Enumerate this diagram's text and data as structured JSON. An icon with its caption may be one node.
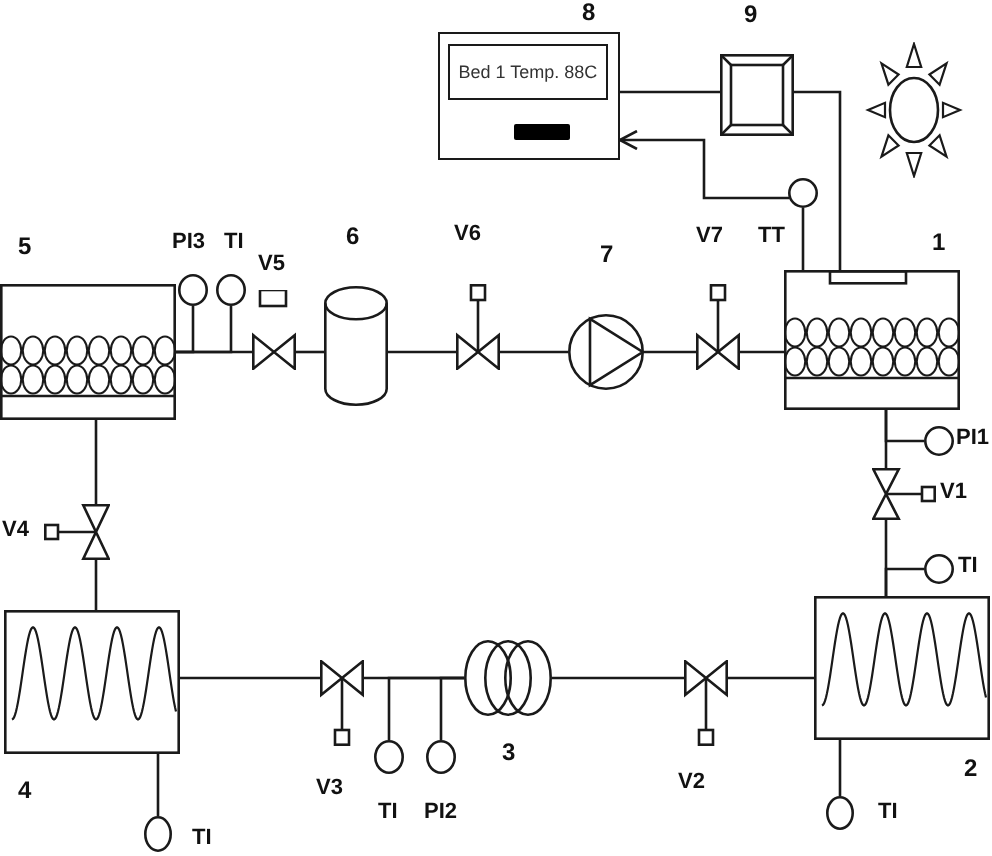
{
  "diagram": {
    "nodes": [
      {
        "text": [
          "Bed 1 Temp. 88C"
        ],
        "beside": [
          "8"
        ]
      },
      {
        "text": [],
        "shape": "box",
        "beside": [
          "9"
        ]
      },
      {
        "text": [],
        "shape": "circle",
        "beside": [
          "TT"
        ]
      },
      {
        "text": [],
        "shape": "box",
        "beside": [
          "5"
        ]
      },
      {
        "text": [],
        "shape": "circle",
        "beside": [
          "PI3"
        ]
      },
      {
        "text": [],
        "shape": "circle",
        "beside": [
          "TI"
        ]
      },
      {
        "text": [],
        "shape": "valve",
        "beside": [
          "V5"
        ]
      },
      {
        "text": [],
        "shape": "cylinder",
        "beside": [
          "6"
        ]
      },
      {
        "text": [],
        "shape": "valve",
        "beside": [
          "V6"
        ]
      },
      {
        "text": [],
        "shape": "circle",
        "beside": [
          "7"
        ]
      },
      {
        "text": [],
        "shape": "valve",
        "beside": [
          "V7"
        ]
      },
      {
        "text": [],
        "shape": "box",
        "beside": [
          "1"
        ]
      },
      {
        "text": [],
        "shape": "circle",
        "beside": [
          "PI1"
        ]
      },
      {
        "text": [],
        "shape": "valve",
        "beside": [
          "V1"
        ]
      },
      {
        "text": [],
        "shape": "circle",
        "beside": [
          "TI"
        ]
      },
      {
        "text": [],
        "shape": "valve",
        "beside": [
          "V4"
        ]
      },
      {
        "text": [],
        "shape": "box",
        "beside": [
          "4"
        ]
      },
      {
        "text": [],
        "shape": "valve",
        "beside": [
          "V3"
        ]
      },
      {
        "text": [],
        "shape": "circle",
        "beside": [
          "TI"
        ]
      },
      {
        "text": [],
        "shape": "circle",
        "beside": [
          "PI2"
        ]
      },
      {
        "text": [],
        "shape": "coil",
        "beside": [
          "3"
        ]
      },
      {
        "text": [],
        "shape": "valve",
        "beside": [
          "V2"
        ]
      },
      {
        "text": [],
        "shape": "box",
        "beside": [
          "2"
        ]
      },
      {
        "text": [],
        "shape": "circle",
        "beside": [
          "TI"
        ]
      },
      {
        "text": [],
        "shape": "circle",
        "beside": [
          "TI"
        ]
      }
    ],
    "edges": [
      {
        "from": 0,
        "to": 1,
        "arrow": "none"
      },
      {
        "from": 2,
        "to": 0,
        "arrow": "to"
      },
      {
        "from": 2,
        "to": 11,
        "arrow": "none"
      },
      {
        "from": 1,
        "to": 11,
        "arrow": "none"
      },
      {
        "from": 11,
        "to": 10,
        "arrow": "none"
      },
      {
        "from": 10,
        "to": 9,
        "arrow": "none"
      },
      {
        "from": 9,
        "to": 8,
        "arrow": "none"
      },
      {
        "from": 8,
        "to": 7,
        "arrow": "none"
      },
      {
        "from": 7,
        "to": 6,
        "arrow": "none"
      },
      {
        "from": 6,
        "to": 3,
        "arrow": "none"
      },
      {
        "from": 4,
        "to": 3,
        "arrow": "none"
      },
      {
        "from": 5,
        "to": 3,
        "arrow": "none"
      },
      {
        "from": 3,
        "to": 15,
        "arrow": "none"
      },
      {
        "from": 15,
        "to": 16,
        "arrow": "none"
      },
      {
        "from": 16,
        "to": 23,
        "arrow": "none"
      },
      {
        "from": 16,
        "to": 17,
        "arrow": "none"
      },
      {
        "from": 17,
        "to": 20,
        "arrow": "none"
      },
      {
        "from": 18,
        "to": 20,
        "arrow": "none"
      },
      {
        "from": 19,
        "to": 20,
        "arrow": "none"
      },
      {
        "from": 20,
        "to": 21,
        "arrow": "none"
      },
      {
        "from": 21,
        "to": 22,
        "arrow": "none"
      },
      {
        "from": 22,
        "to": 24,
        "arrow": "none"
      },
      {
        "from": 22,
        "to": 13,
        "arrow": "none"
      },
      {
        "from": 14,
        "to": 22,
        "arrow": "none"
      },
      {
        "from": 13,
        "to": 11,
        "arrow": "none"
      },
      {
        "from": 12,
        "to": 11,
        "arrow": "none"
      }
    ]
  }
}
